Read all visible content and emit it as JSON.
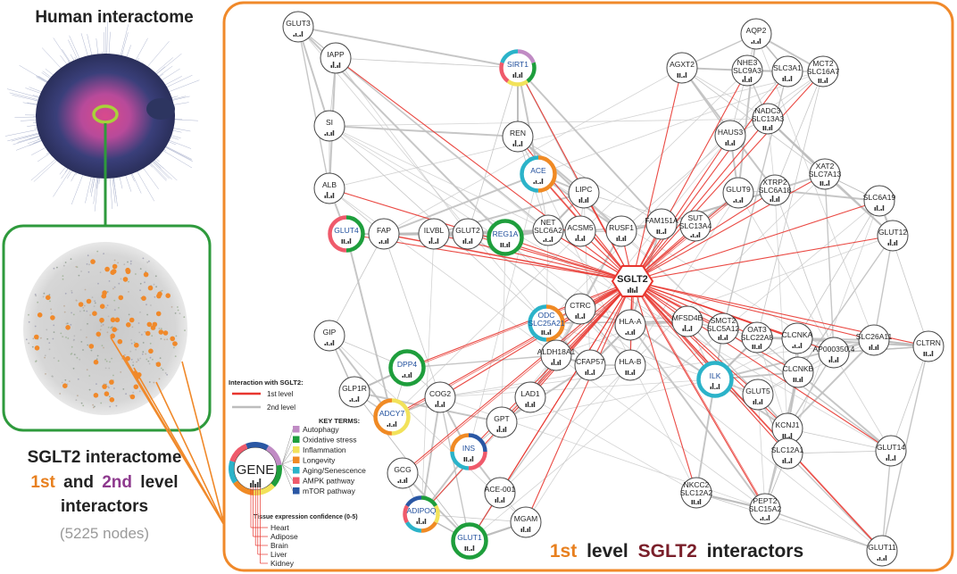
{
  "left_panel": {
    "human_title": "Human interactome",
    "sglt2_title": "SGLT2 interactome",
    "first_label": "1st",
    "and_label": "and",
    "second_label": "2nd",
    "level_label": "level",
    "interactors_label": "interactors",
    "node_count": "(5225 nodes)"
  },
  "main_panel": {
    "title_first": "1st",
    "title_level": "level",
    "title_gene": "SGLT2",
    "title_rest": "interactors"
  },
  "colors": {
    "orange_frame": "#f0892a",
    "green_frame": "#2e9a3c",
    "first_level_edge": "#e8362f",
    "second_level_edge": "#bdbdbd",
    "autophagy": "#c08bc4",
    "oxidative_stress": "#1e9e3c",
    "inflammation": "#f2e25a",
    "longevity": "#f08a24",
    "aging_senescence": "#2bb3c9",
    "ampk_pathway": "#ef5a6b",
    "mtor_pathway": "#2a57a4",
    "key_label_blue": "#1f4e9c",
    "dark_red_title": "#7a1f2a",
    "orange_title": "#e8801f"
  },
  "legend": {
    "interaction_title": "Interaction with SGLT2:",
    "first_level": "1st level",
    "second_level": "2nd level",
    "key_terms_title": "KEY TERMS:",
    "key_terms": [
      {
        "name": "Autophagy",
        "color": "#c08bc4"
      },
      {
        "name": "Oxidative stress",
        "color": "#1e9e3c"
      },
      {
        "name": "Inflammation",
        "color": "#f2e25a"
      },
      {
        "name": "Longevity",
        "color": "#f08a24"
      },
      {
        "name": "Aging/Senescence",
        "color": "#2bb3c9"
      },
      {
        "name": "AMPK pathway",
        "color": "#ef5a6b"
      },
      {
        "name": "mTOR pathway",
        "color": "#2a57a4"
      }
    ],
    "gene_label": "GENE",
    "tissue_title": "Tissue expression confidence (0-5)",
    "tissues": [
      "Heart",
      "Adipose",
      "Brain",
      "Liver",
      "Kidney"
    ]
  },
  "center": {
    "label": "SGLT2"
  },
  "nodes": [
    {
      "label": [
        "GLUT3"
      ],
      "rings": []
    },
    {
      "label": [
        "IAPP"
      ],
      "rings": []
    },
    {
      "label": [
        "SIRT1"
      ],
      "rings": [
        "#c08bc4",
        "#1e9e3c",
        "#f2e25a",
        "#ef5a6b",
        "#2bb3c9"
      ]
    },
    {
      "label": [
        "AGXT2"
      ],
      "rings": []
    },
    {
      "label": [
        "AQP2"
      ],
      "rings": []
    },
    {
      "label": [
        "NHE3",
        "SLC9A3"
      ],
      "rings": []
    },
    {
      "label": [
        "SLC3A1"
      ],
      "rings": []
    },
    {
      "label": [
        "MCT2",
        "SLC16A7"
      ],
      "rings": []
    },
    {
      "label": [
        "SI"
      ],
      "rings": []
    },
    {
      "label": [
        "REN"
      ],
      "rings": []
    },
    {
      "label": [
        "HAUS3"
      ],
      "rings": []
    },
    {
      "label": [
        "NADC3",
        "SLC13A3"
      ],
      "rings": []
    },
    {
      "label": [
        "ACE"
      ],
      "rings": [
        "#f08a24",
        "#2bb3c9"
      ]
    },
    {
      "label": [
        "ALB"
      ],
      "rings": []
    },
    {
      "label": [
        "LIPC"
      ],
      "rings": []
    },
    {
      "label": [
        "XAT2",
        "SLC7A13"
      ],
      "rings": []
    },
    {
      "label": [
        "GLUT9"
      ],
      "rings": []
    },
    {
      "label": [
        "XTRP2",
        "SLC6A18"
      ],
      "rings": []
    },
    {
      "label": [
        "SLC6A19"
      ],
      "rings": []
    },
    {
      "label": [
        "GLUT4"
      ],
      "rings": [
        "#1e9e3c",
        "#ef5a6b"
      ]
    },
    {
      "label": [
        "FAP"
      ],
      "rings": []
    },
    {
      "label": [
        "ILVBL"
      ],
      "rings": []
    },
    {
      "label": [
        "GLUT2"
      ],
      "rings": []
    },
    {
      "label": [
        "REG1A"
      ],
      "rings": [
        "#1e9e3c"
      ]
    },
    {
      "label": [
        "NET",
        "SLC6A2"
      ],
      "rings": []
    },
    {
      "label": [
        "ACSM5"
      ],
      "rings": []
    },
    {
      "label": [
        "RUSF1"
      ],
      "rings": []
    },
    {
      "label": [
        "FAM151A"
      ],
      "rings": []
    },
    {
      "label": [
        "SUT",
        "SLC13A4"
      ],
      "rings": []
    },
    {
      "label": [
        "GLUT12"
      ],
      "rings": []
    },
    {
      "label": [
        "CTRC"
      ],
      "rings": []
    },
    {
      "label": [
        "ODC",
        "SLC25A21"
      ],
      "rings": [
        "#f08a24",
        "#2bb3c9"
      ]
    },
    {
      "label": [
        "HLA-A"
      ],
      "rings": []
    },
    {
      "label": [
        "MFSD4B"
      ],
      "rings": []
    },
    {
      "label": [
        "SMCT2",
        "SLC5A12"
      ],
      "rings": []
    },
    {
      "label": [
        "OAT3",
        "SLC22A8"
      ],
      "rings": []
    },
    {
      "label": [
        "CLCNKA"
      ],
      "rings": []
    },
    {
      "label": [
        "AP000350.4"
      ],
      "rings": []
    },
    {
      "label": [
        "SLC26A11"
      ],
      "rings": []
    },
    {
      "label": [
        "CLTRN"
      ],
      "rings": []
    },
    {
      "label": [
        "GIP"
      ],
      "rings": []
    },
    {
      "label": [
        "ALDH18A1"
      ],
      "rings": []
    },
    {
      "label": [
        "CFAP57"
      ],
      "rings": []
    },
    {
      "label": [
        "HLA-B"
      ],
      "rings": []
    },
    {
      "label": [
        "DPP4"
      ],
      "rings": [
        "#1e9e3c"
      ]
    },
    {
      "label": [
        "ILK"
      ],
      "rings": [
        "#2bb3c9"
      ]
    },
    {
      "label": [
        "GLUT5"
      ],
      "rings": []
    },
    {
      "label": [
        "CLCNKB"
      ],
      "rings": []
    },
    {
      "label": [
        "GLP1R"
      ],
      "rings": []
    },
    {
      "label": [
        "COG2"
      ],
      "rings": []
    },
    {
      "label": [
        "LAD1"
      ],
      "rings": []
    },
    {
      "label": [
        "KCNJ1"
      ],
      "rings": []
    },
    {
      "label": [
        "ADCY7"
      ],
      "rings": [
        "#f2e25a",
        "#f08a24"
      ]
    },
    {
      "label": [
        "GPT"
      ],
      "rings": []
    },
    {
      "label": [
        "SLC12A1"
      ],
      "rings": []
    },
    {
      "label": [
        "INS"
      ],
      "rings": [
        "#2a57a4",
        "#ef5a6b",
        "#2bb3c9",
        "#f08a24"
      ]
    },
    {
      "label": [
        "GCG"
      ],
      "rings": []
    },
    {
      "label": [
        "GLUT14"
      ],
      "rings": []
    },
    {
      "label": [
        "ACE-001"
      ],
      "rings": []
    },
    {
      "label": [
        "NKCC2",
        "SLC12A2"
      ],
      "rings": []
    },
    {
      "label": [
        "PEPT2",
        "SLC15A2"
      ],
      "rings": []
    },
    {
      "label": [
        "ADIPOQ"
      ],
      "rings": [
        "#1e9e3c",
        "#f2e25a",
        "#f08a24",
        "#2bb3c9",
        "#ef5a6b",
        "#2a57a4"
      ]
    },
    {
      "label": [
        "MGAM"
      ],
      "rings": []
    },
    {
      "label": [
        "GLUT1"
      ],
      "rings": [
        "#1e9e3c"
      ]
    },
    {
      "label": [
        "GLUT11"
      ],
      "rings": []
    }
  ]
}
